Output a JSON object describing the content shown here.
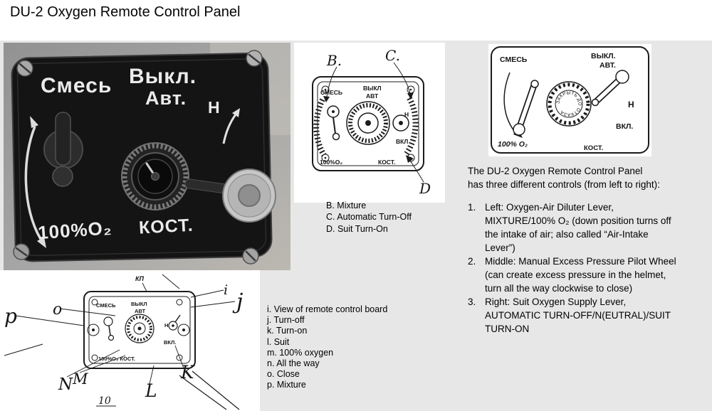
{
  "page": {
    "title": "DU-2 Oxygen Remote Control Panel"
  },
  "photo": {
    "labels": {
      "mixture": "Смесь",
      "off": "Выкл.",
      "auto": "Авт.",
      "neutral": "Н",
      "oxygen": "100%O₂",
      "suit": "КОСТ."
    }
  },
  "drawing_bcd": {
    "callouts": {
      "b": "B.",
      "c": "C.",
      "d": "D"
    },
    "labels": {
      "mixture": "СМЕСЬ",
      "off": "ВЫКЛ",
      "auto": "АВТ",
      "neutral": "Н",
      "on": "ВКЛ",
      "oxygen": "100%О₂",
      "suit": "КОСТ."
    },
    "caption": [
      "B. Mixture",
      "C. Automatic Turn-Off",
      "D. Suit Turn-On"
    ]
  },
  "drawing_right": {
    "labels": {
      "mixture": "СМЕСЬ",
      "off": "ВЫКЛ.",
      "auto": "АВТ.",
      "neutral": "Н",
      "on": "ВКЛ.",
      "oxygen": "100% О₂",
      "suit": "КОСТ.",
      "wheel": "ЗАКРЫТЬ ДО ОТКАЗА"
    }
  },
  "description": {
    "intro_line1": "The DU-2 Oxygen Remote Control Panel",
    "intro_line2": "has three different controls (from left to right):",
    "items": [
      {
        "num": "1.",
        "text": "Left: Oxygen-Air Diluter Lever, MIXTURE/100% O₂ (down position turns off the intake of air; also called “Air-Intake Lever”)"
      },
      {
        "num": "2.",
        "text": "Middle: Manual Excess Pressure Pilot Wheel (can create excess pressure in the helmet, turn all the way clockwise to close)"
      },
      {
        "num": "3.",
        "text": "Right: Suit Oxygen Supply Lever, AUTOMATIC TURN-OFF/N(EUTRAL)/SUIT TURN-ON"
      }
    ]
  },
  "drawing_bottom": {
    "callouts": {
      "kp": "КП",
      "p": "p",
      "o": "o",
      "j": "j",
      "i": "i",
      "n": "N",
      "m": "M",
      "l": "L",
      "k": "K",
      "fig": "10"
    },
    "labels": {
      "mixture": "СМЕСЬ",
      "off": "ВЫКЛ",
      "auto": "АВТ",
      "neutral": "Н",
      "on": "ВКЛ.",
      "oxygen_suit": "100%О₂ КОСТ."
    },
    "caption": [
      "i. View of remote control board",
      "j. Turn-off",
      "k. Turn-on",
      "l. Suit",
      "m. 100% oxygen",
      "n. All the way",
      "o. Close",
      "p. Mixture"
    ]
  }
}
